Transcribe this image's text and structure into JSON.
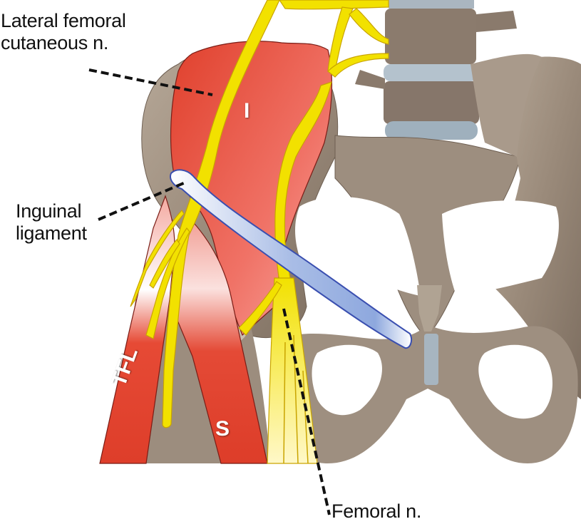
{
  "figure": {
    "type": "anatomical-illustration",
    "subject": "Anterior pelvis with lumbar plexus nerves, iliacus, sartorius, tensor fasciae latae and inguinal ligament"
  },
  "labels": {
    "lateral_femoral_cutaneous": {
      "line1": "Lateral femoral",
      "line2": "cutaneous n."
    },
    "inguinal_ligament": {
      "line1": "Inguinal",
      "line2": "ligament"
    },
    "femoral_nerve": {
      "text": "Femoral n."
    }
  },
  "muscle_labels": {
    "iliacus": "I",
    "tensor_fasciae_latae": "TFL",
    "sartorius": "S"
  },
  "colors": {
    "bone": "#a8998a",
    "bone_dark": "#6e5f52",
    "bone_light": "#cfc4b7",
    "disc": "#a9b8c4",
    "muscle": "#e0402c",
    "muscle_light": "#f49a8f",
    "muscle_outline": "#7a1d16",
    "nerve": "#f2e100",
    "nerve_outline": "#c9a400",
    "ligament": "#dfe7f5",
    "ligament_outline": "#3a4fb0",
    "leader_line": "#111111",
    "text": "#111111"
  }
}
